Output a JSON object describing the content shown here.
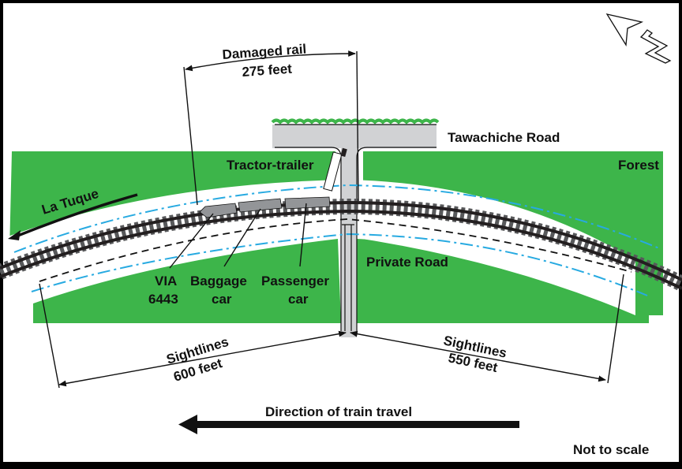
{
  "title": "Collision site diagram: VIA 6443 and tractor-trailer at Tawachiche Road crossing",
  "colors": {
    "forest": "#3db54a",
    "road": "#d1d2d4",
    "rail": "#231f20",
    "tie": "#58595b",
    "train_car": "#939598",
    "sightline_blue": "#27aae1",
    "ink": "#111111",
    "background": "#ffffff"
  },
  "labels": {
    "damaged_rail_title": "Damaged rail",
    "damaged_rail_length": "275 feet",
    "tawachiche_road": "Tawachiche Road",
    "tractor_trailer": "Tractor-trailer",
    "forest": "Forest",
    "la_tuque": "La Tuque",
    "private_road": "Private Road",
    "via_line1": "VIA",
    "via_line2": "6443",
    "baggage_line1": "Baggage",
    "baggage_line2": "car",
    "passenger_line1": "Passenger",
    "passenger_line2": "car",
    "sightlines_left_title": "Sightlines",
    "sightlines_left_length": "600 feet",
    "sightlines_right_title": "Sightlines",
    "sightlines_right_length": "550 feet",
    "direction": "Direction of train travel",
    "scale_note": "Not to scale"
  },
  "icons": {
    "north_arrow": "north-arrow-icon",
    "direction_arrow": "left-arrow-icon",
    "la_tuque_arrow": "curved-left-arrow-icon"
  }
}
